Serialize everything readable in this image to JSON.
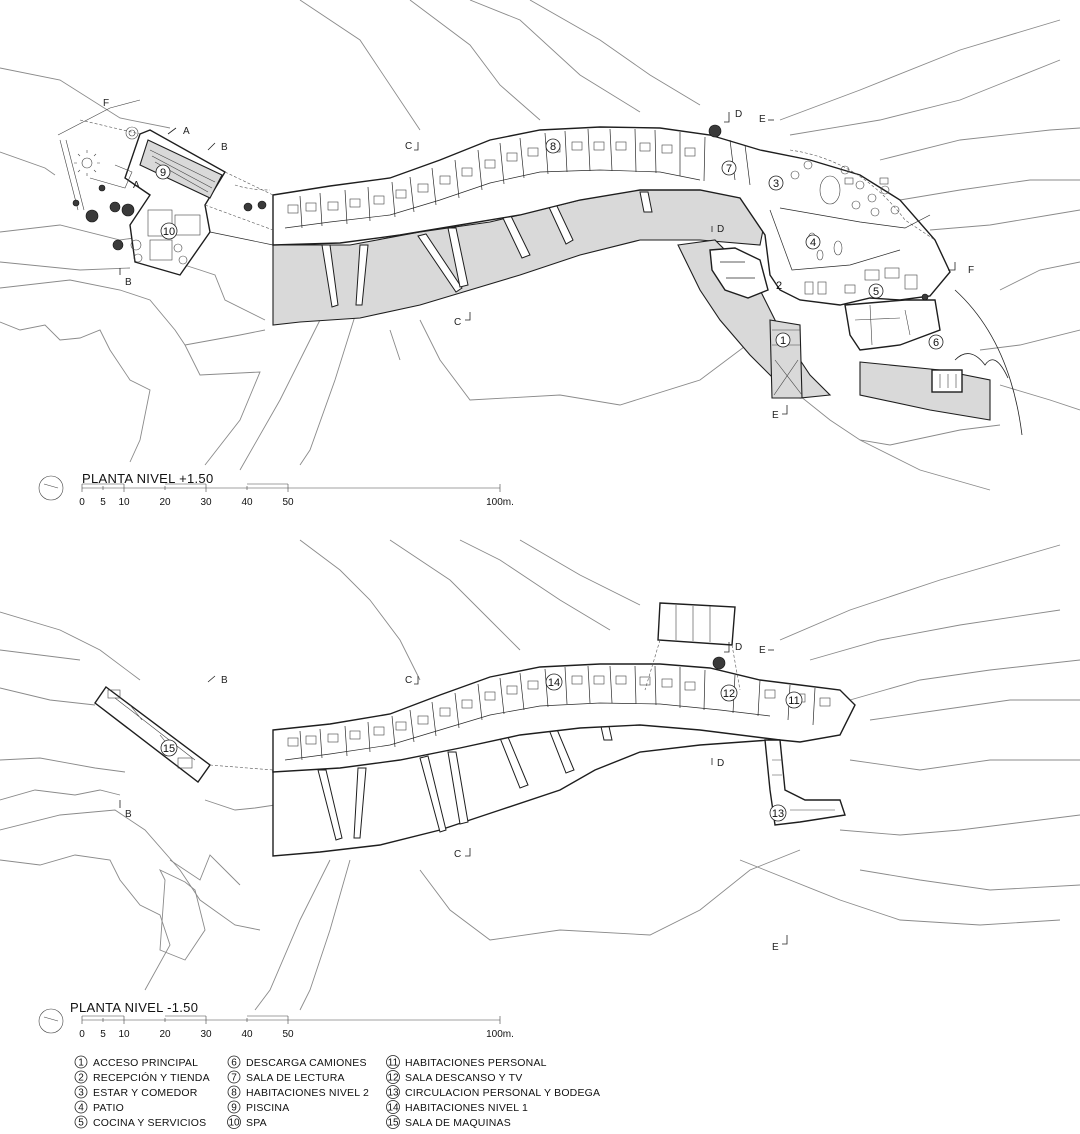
{
  "plans": [
    {
      "title": "PLANTA NIVEL +1.50",
      "scale_ticks": [
        "0",
        "5",
        "10",
        "20",
        "30",
        "40",
        "50",
        "100m."
      ],
      "section_marks": [
        "A",
        "A",
        "B",
        "B",
        "C",
        "C",
        "D",
        "D",
        "E",
        "E",
        "F",
        "F"
      ],
      "room_numbers": [
        "1",
        "2",
        "3",
        "4",
        "5",
        "6",
        "7",
        "8",
        "9",
        "10"
      ]
    },
    {
      "title": "PLANTA NIVEL -1.50",
      "scale_ticks": [
        "0",
        "5",
        "10",
        "20",
        "30",
        "40",
        "50",
        "100m."
      ],
      "section_marks": [
        "B",
        "B",
        "C",
        "C",
        "D",
        "D",
        "E",
        "E"
      ],
      "room_numbers": [
        "11",
        "12",
        "13",
        "14",
        "15"
      ]
    }
  ],
  "legend": [
    {
      "num": "1",
      "label": "ACCESO PRINCIPAL"
    },
    {
      "num": "2",
      "label": "RECEPCIÓN Y TIENDA"
    },
    {
      "num": "3",
      "label": "ESTAR Y COMEDOR"
    },
    {
      "num": "4",
      "label": "PATIO"
    },
    {
      "num": "5",
      "label": "COCINA Y SERVICIOS"
    },
    {
      "num": "6",
      "label": "DESCARGA CAMIONES"
    },
    {
      "num": "7",
      "label": "SALA DE LECTURA"
    },
    {
      "num": "8",
      "label": "HABITACIONES NIVEL 2"
    },
    {
      "num": "9",
      "label": "PISCINA"
    },
    {
      "num": "10",
      "label": "SPA"
    },
    {
      "num": "11",
      "label": "HABITACIONES PERSONAL"
    },
    {
      "num": "12",
      "label": "SALA DESCANSO Y TV"
    },
    {
      "num": "13",
      "label": "CIRCULACION PERSONAL Y BODEGA"
    },
    {
      "num": "14",
      "label": "HABITACIONES NIVEL 1"
    },
    {
      "num": "15",
      "label": "SALA DE MAQUINAS"
    }
  ]
}
